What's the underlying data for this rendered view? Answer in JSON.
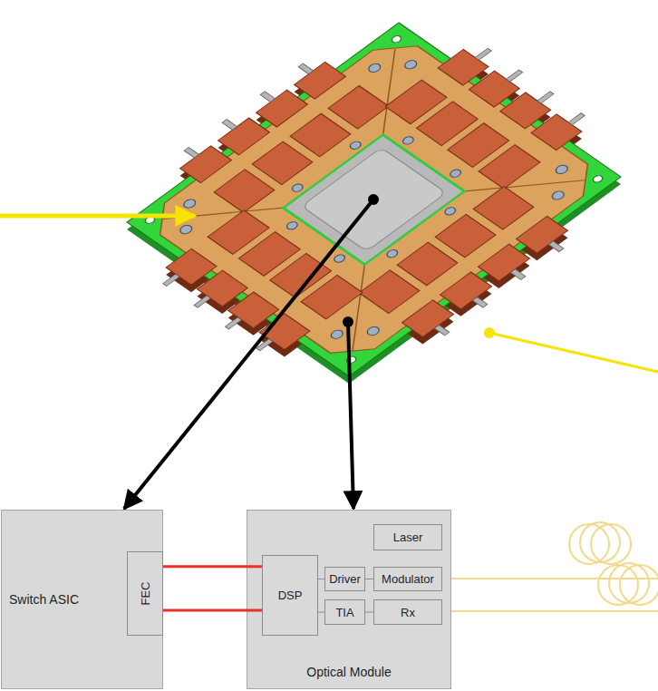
{
  "diagram": {
    "nodes": [
      {
        "text": [
          "Switch ASIC"
        ]
      },
      {
        "text": [
          "FEC"
        ],
        "in": 0
      },
      {
        "text": [
          "Optical Module"
        ]
      },
      {
        "text": [
          "Laser"
        ],
        "in": 2
      },
      {
        "text": [
          "DSP"
        ],
        "in": 2
      },
      {
        "text": [
          "Driver"
        ],
        "in": 2
      },
      {
        "text": [
          "Modulator"
        ],
        "in": 2
      },
      {
        "text": [
          "TIA"
        ],
        "in": 2
      },
      {
        "text": [
          "Rx"
        ],
        "in": 2
      }
    ],
    "edges": [
      {
        "from": 1,
        "to": 4,
        "arrow": "none"
      },
      {
        "from": 1,
        "to": 4,
        "arrow": "none"
      },
      {
        "from": 4,
        "to": 5,
        "arrow": "none"
      },
      {
        "from": 5,
        "to": 6,
        "arrow": "none"
      },
      {
        "from": 4,
        "to": 7,
        "arrow": "none"
      },
      {
        "from": 7,
        "to": 8,
        "arrow": "none"
      }
    ]
  }
}
